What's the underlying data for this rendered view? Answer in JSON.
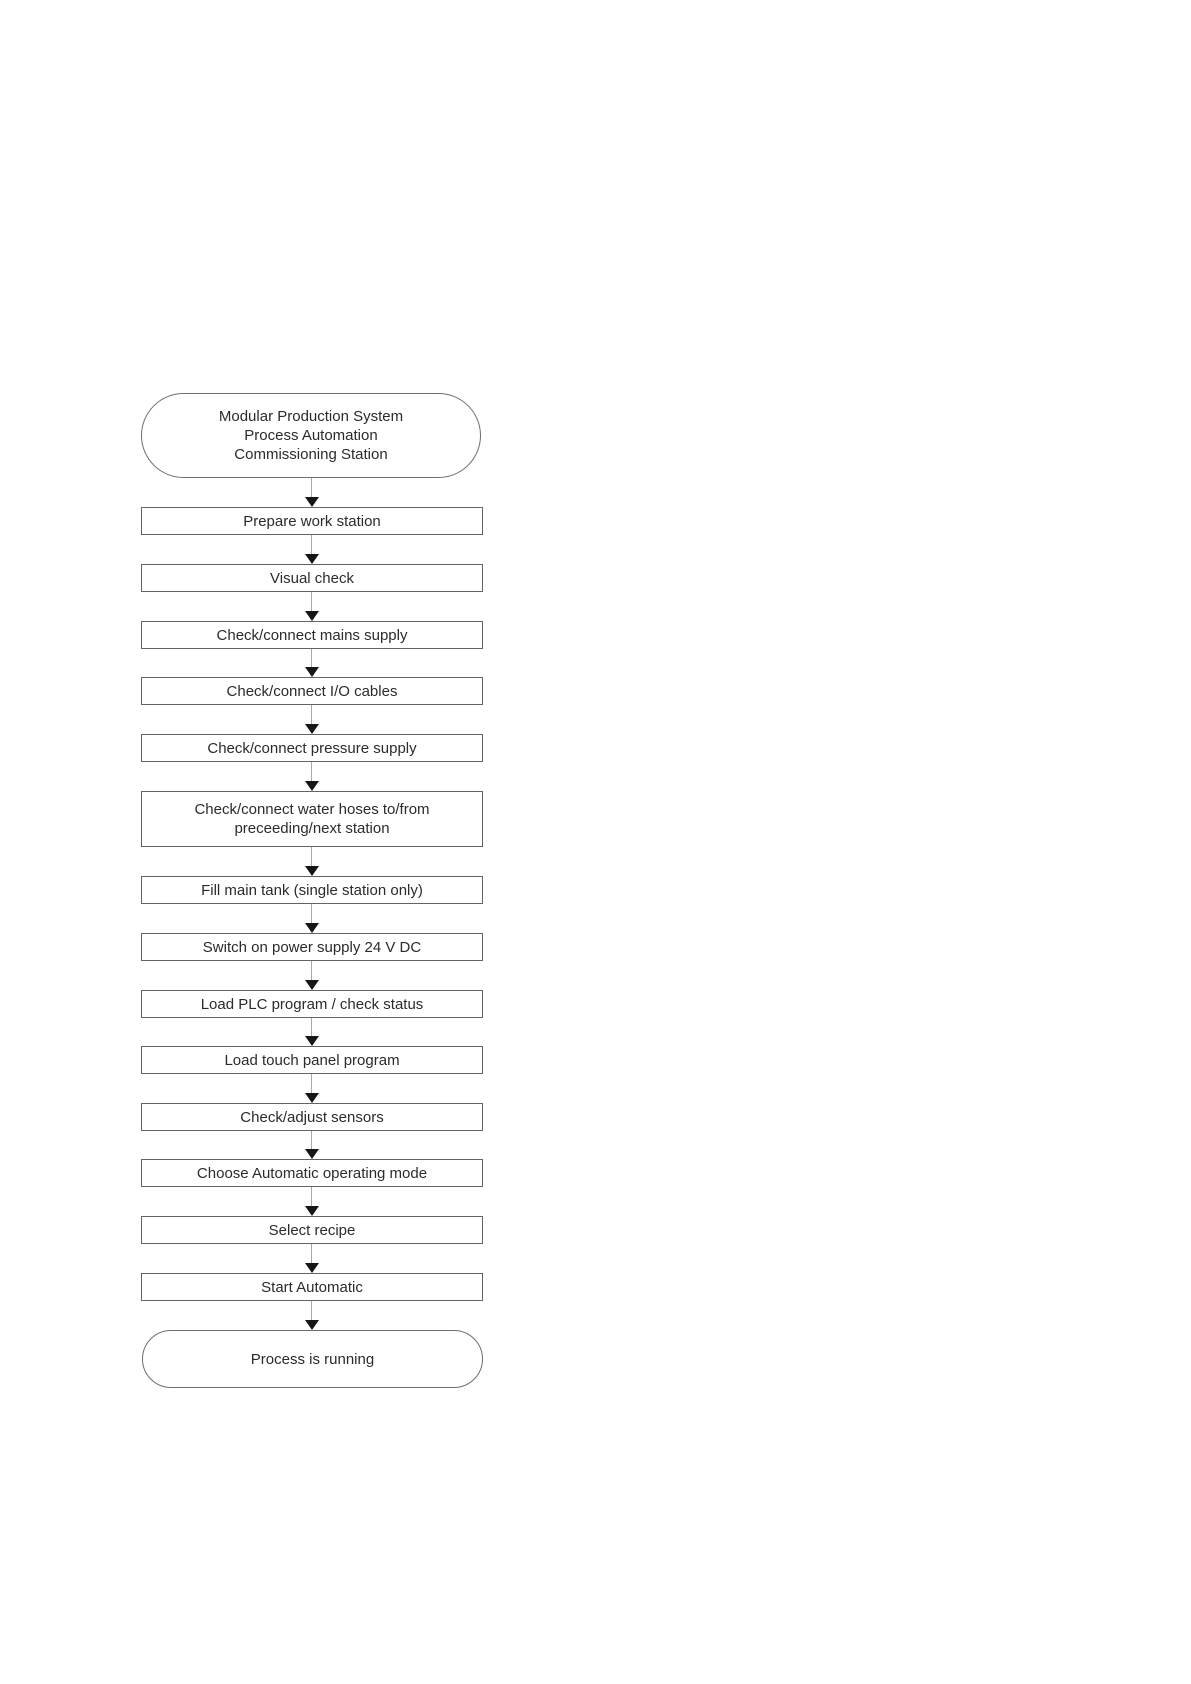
{
  "flow": {
    "start": {
      "lines": [
        "Modular Production System",
        "Process Automation",
        "Commissioning Station"
      ]
    },
    "steps": [
      {
        "label": "Prepare work station"
      },
      {
        "label": "Visual check"
      },
      {
        "label": "Check/connect mains supply"
      },
      {
        "label": "Check/connect I/O cables"
      },
      {
        "label": "Check/connect pressure supply"
      },
      {
        "label": "Check/connect water hoses to/from preceeding/next station"
      },
      {
        "label": "Fill main tank (single station only)"
      },
      {
        "label": "Switch on power supply 24 V DC"
      },
      {
        "label": "Load PLC program / check status"
      },
      {
        "label": "Load touch panel program"
      },
      {
        "label": "Check/adjust sensors"
      },
      {
        "label": "Choose Automatic operating mode"
      },
      {
        "label": "Select recipe"
      },
      {
        "label": "Start Automatic"
      }
    ],
    "end": {
      "label": "Process is running"
    },
    "style": {
      "background": "#ffffff",
      "box_border": "#636363",
      "connector_line": "#a8a8a8",
      "arrowhead": "#161616",
      "text": "#2b2b2b"
    }
  }
}
